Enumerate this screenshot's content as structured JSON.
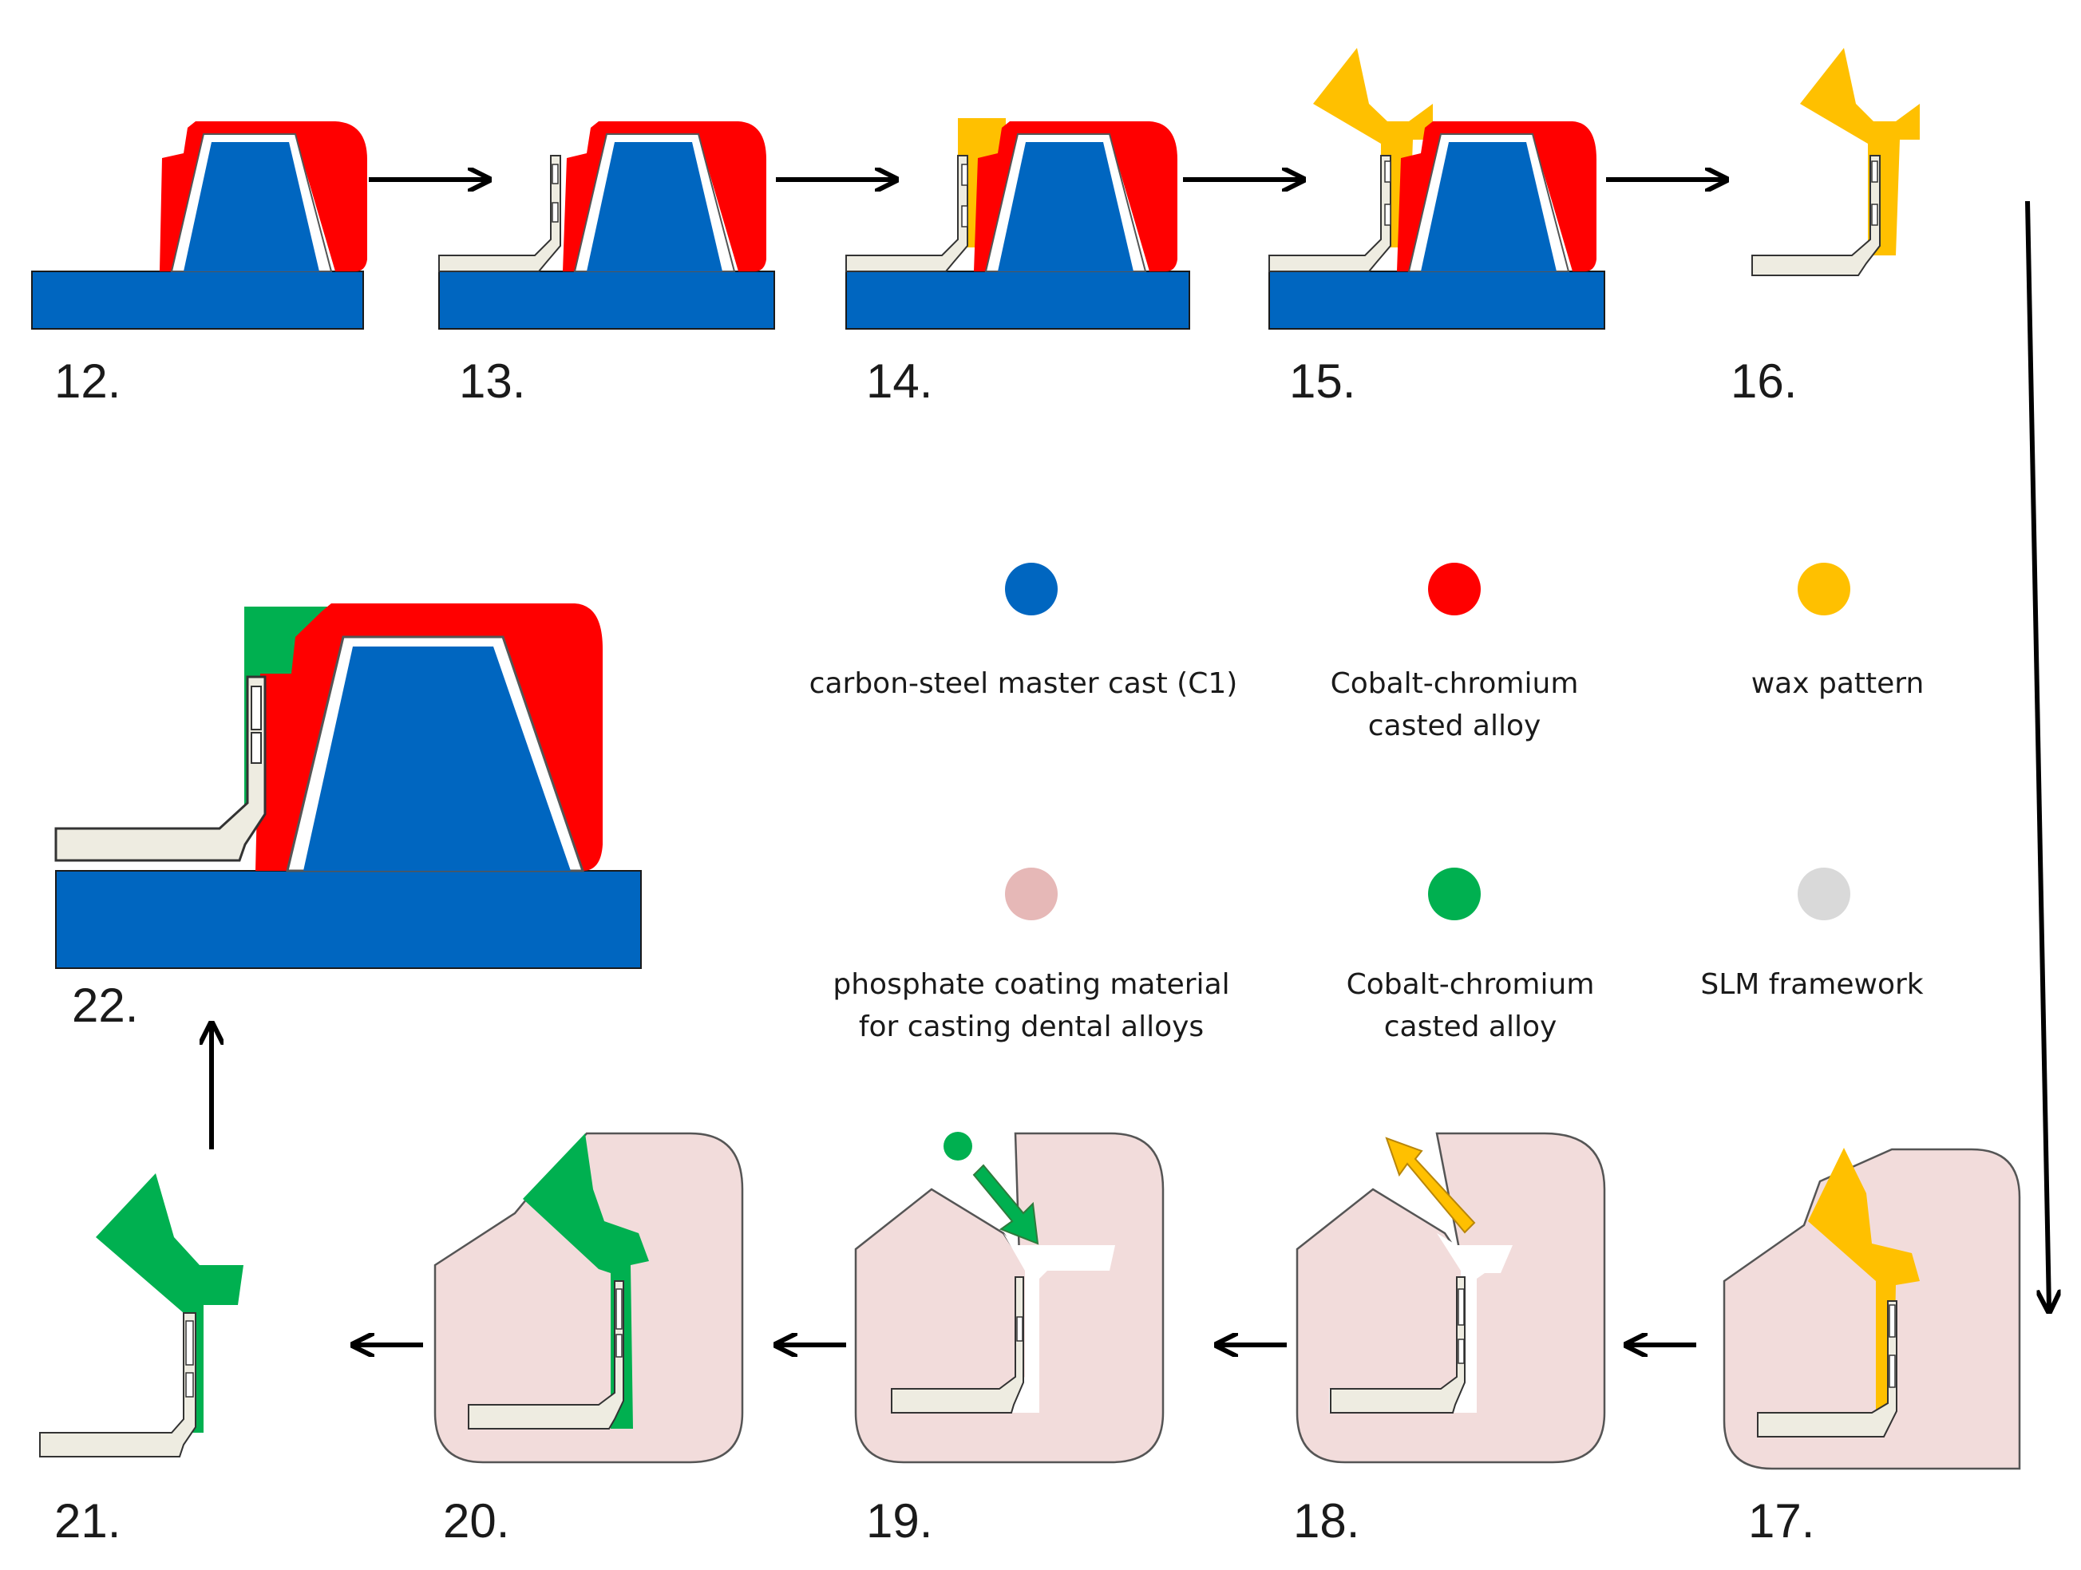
{
  "colors": {
    "carbon_steel": "#0066c0",
    "cobalt_chromium": "#ff0000",
    "wax": "#ffc000",
    "phosphate": "#f2dcdb",
    "cobalt_chromium_green": "#00b050",
    "slm": "#eeece1",
    "outline": "#333333"
  },
  "steps": [
    {
      "label": "12."
    },
    {
      "label": "13."
    },
    {
      "label": "14."
    },
    {
      "label": "15."
    },
    {
      "label": "16."
    },
    {
      "label": "17."
    },
    {
      "label": "18."
    },
    {
      "label": "19."
    },
    {
      "label": "20."
    },
    {
      "label": "21."
    },
    {
      "label": "22."
    }
  ],
  "legend": [
    {
      "lines": [
        "carbon-steel master cast (C1)"
      ],
      "color": "#0066c0"
    },
    {
      "lines": [
        "Cobalt-chromium",
        "casted alloy"
      ],
      "color": "#ff0000"
    },
    {
      "lines": [
        "wax pattern"
      ],
      "color": "#ffc000"
    },
    {
      "lines": [
        "phosphate coating material",
        "for casting dental alloys"
      ],
      "color": "#e6b8b7"
    },
    {
      "lines": [
        "Cobalt-chromium",
        "casted alloy"
      ],
      "color": "#00b050"
    },
    {
      "lines": [
        "SLM framework"
      ],
      "color": "#d9d9d9"
    }
  ]
}
